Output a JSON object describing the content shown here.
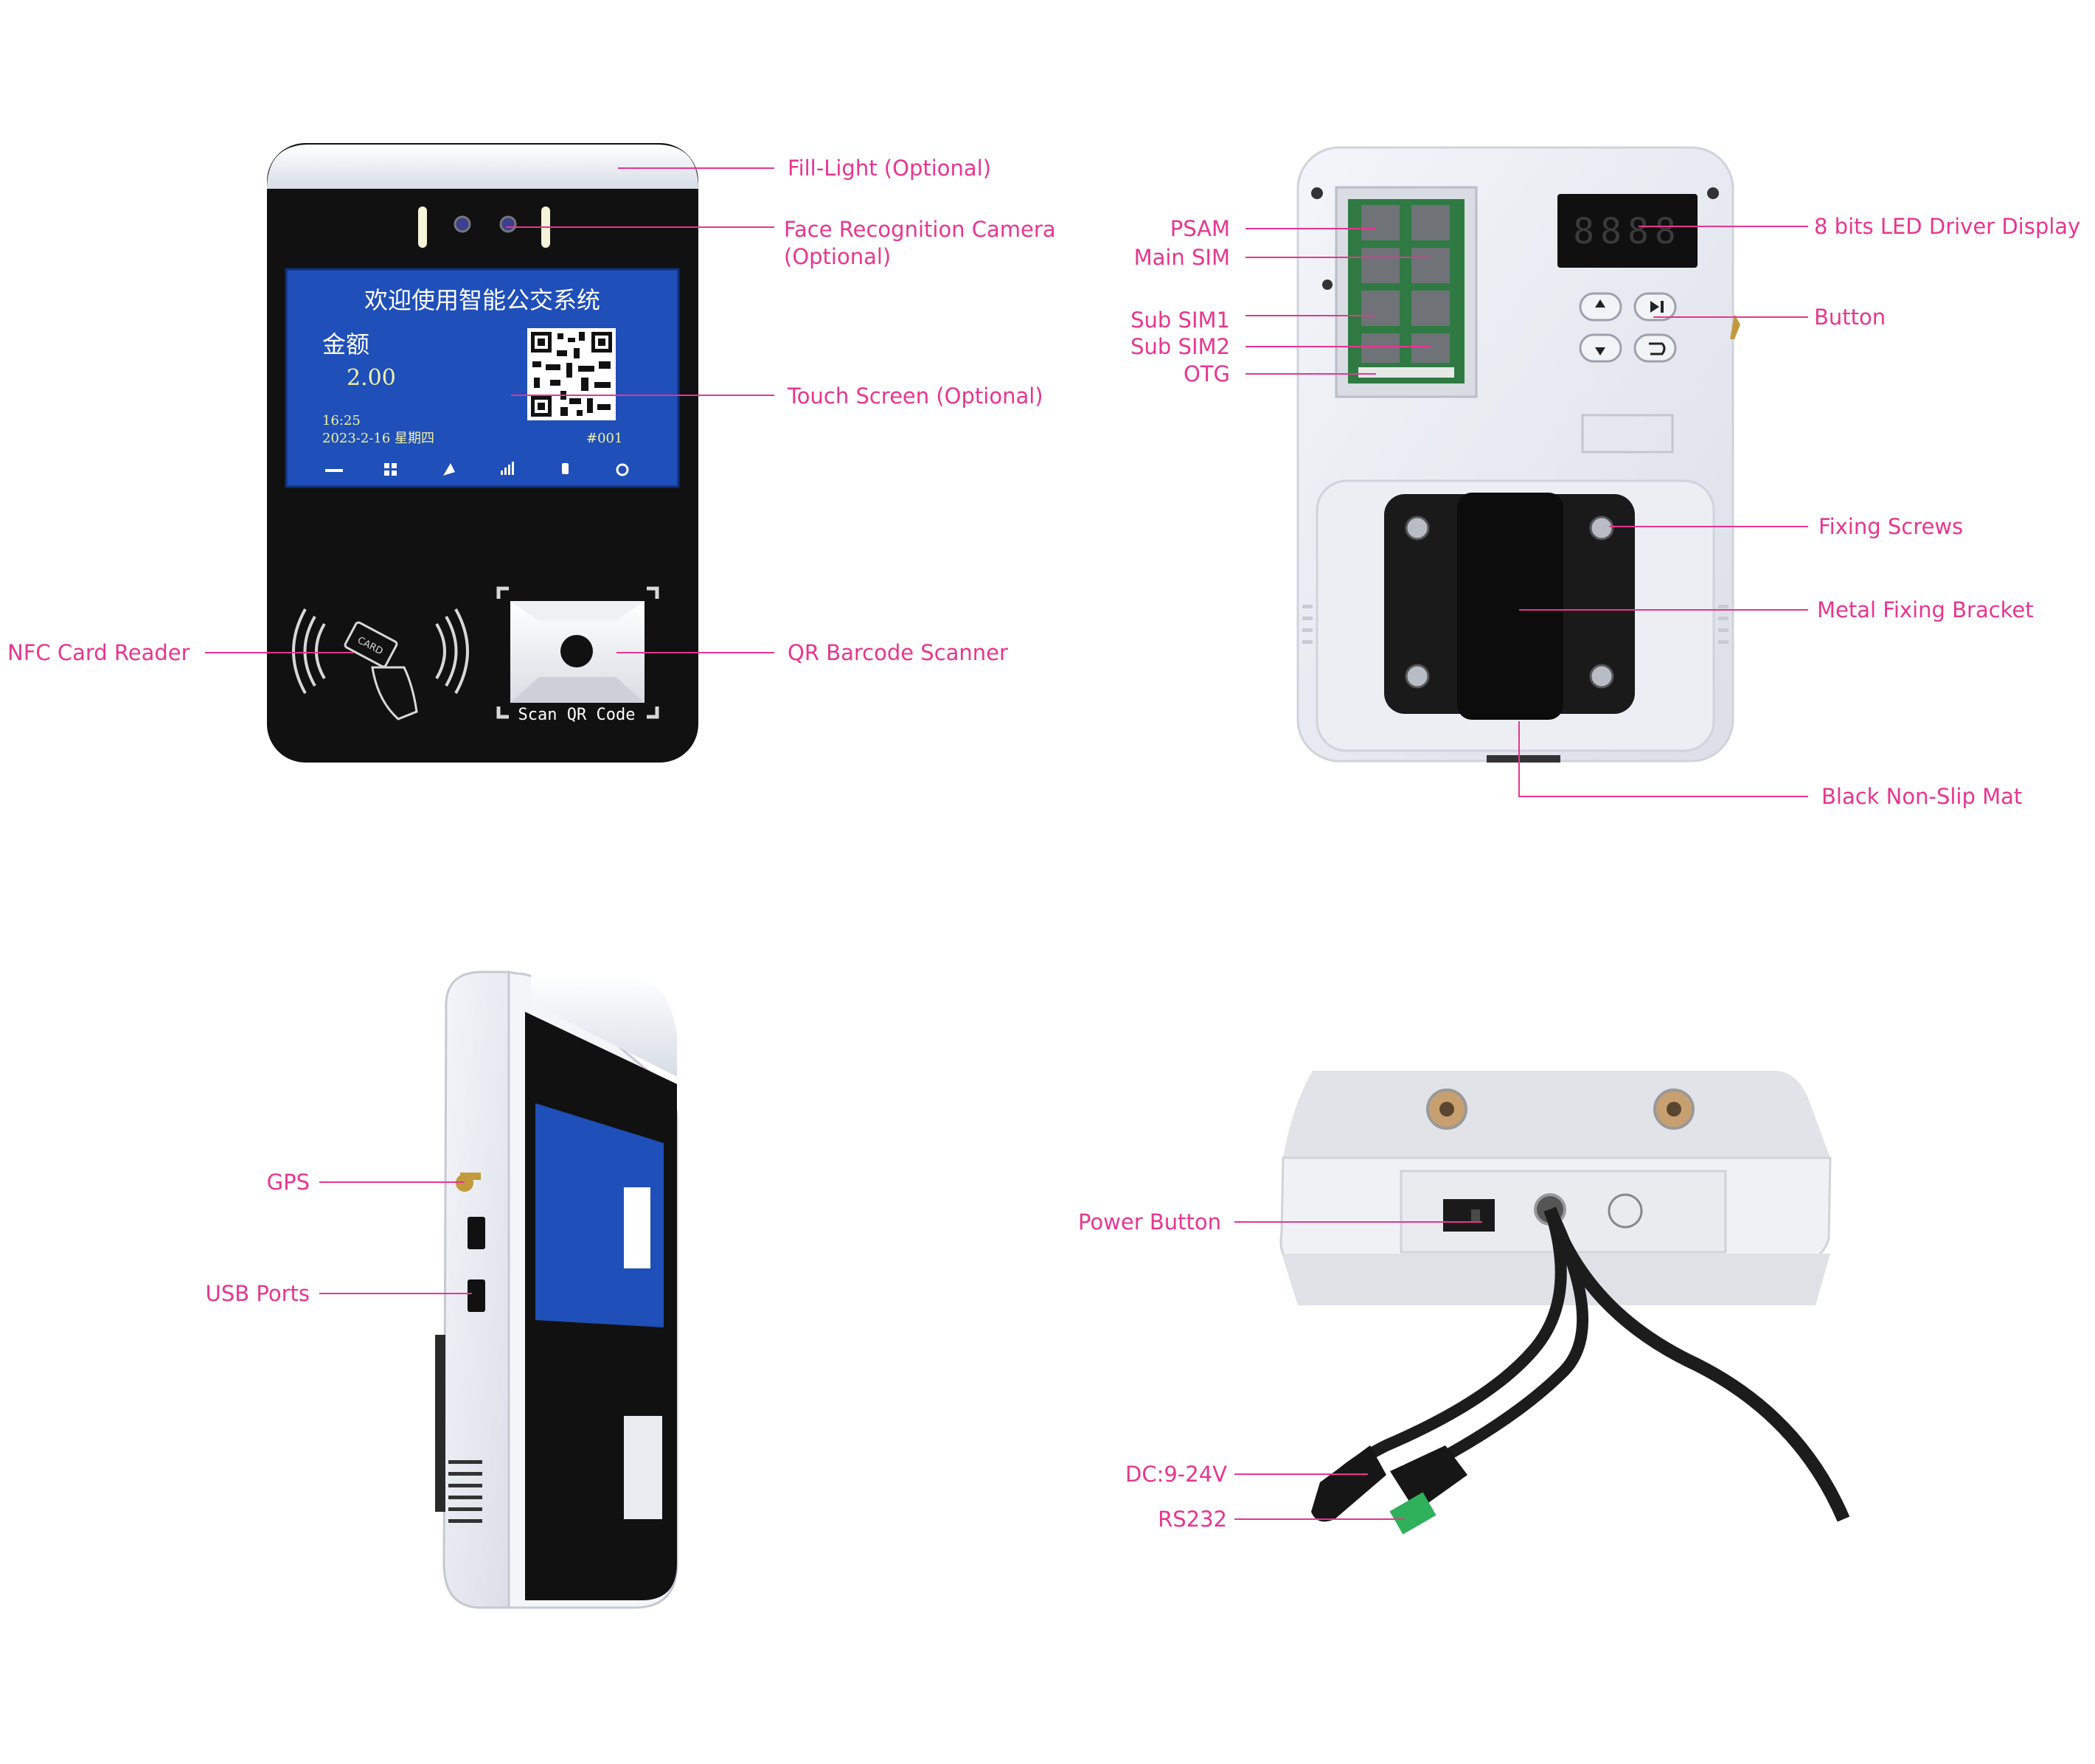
{
  "callouts": {
    "fill_light": "Fill-Light (Optional)",
    "face_camera_line1": "Face Recognition Camera",
    "face_camera_line2": "(Optional)",
    "touch_screen": "Touch Screen (Optional)",
    "nfc_reader": "NFC Card Reader",
    "qr_scanner": "QR Barcode Scanner",
    "psam": "PSAM",
    "main_sim": "Main SIM",
    "sub_sim1": "Sub SIM1",
    "sub_sim2": "Sub SIM2",
    "otg": "OTG",
    "led_display": "8 bits LED Driver Display",
    "button": "Button",
    "fixing_screws": "Fixing Screws",
    "metal_bracket": "Metal Fixing Bracket",
    "non_slip_mat": "Black Non-Slip Mat",
    "gps": "GPS",
    "usb_ports": "USB Ports",
    "power_button": "Power Button",
    "dc": "DC:9-24V",
    "rs232": "RS232"
  },
  "screen": {
    "title": "欢迎使用智能公交系统",
    "amount_label": "金额",
    "amount_value": "2.00",
    "time": "16:25",
    "date": "2023-2-16  星期四",
    "device_no": "#001"
  },
  "scanner": {
    "label": "Scan QR Code"
  },
  "nfc": {
    "card_label": "CARD"
  },
  "led": {
    "digits": "8888"
  },
  "colors": {
    "callout": "#e8358f",
    "screen_bg": "#1f4fb8",
    "device_body": "#111111",
    "device_shell": "#e6e8ef",
    "pcb": "#2f7a43"
  }
}
